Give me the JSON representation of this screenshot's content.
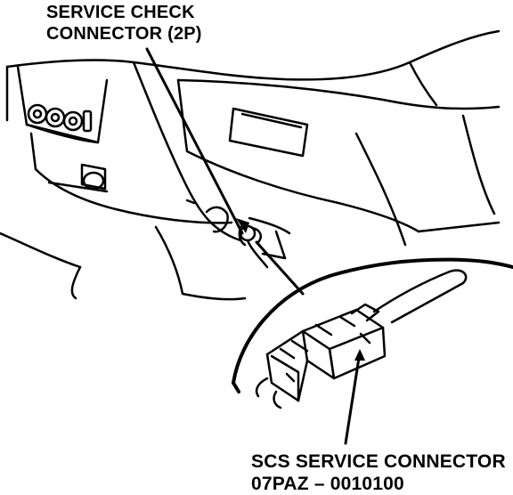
{
  "callouts": {
    "service_check_connector": {
      "line1": "SERVICE CHECK",
      "line2": "CONNECTOR (2P)"
    },
    "scs_service_connector": {
      "line1": "SCS SERVICE CONNECTOR",
      "line2": "07PAZ – 0010100"
    }
  },
  "colors": {
    "ink": "#000000",
    "paper": "#ffffff"
  }
}
